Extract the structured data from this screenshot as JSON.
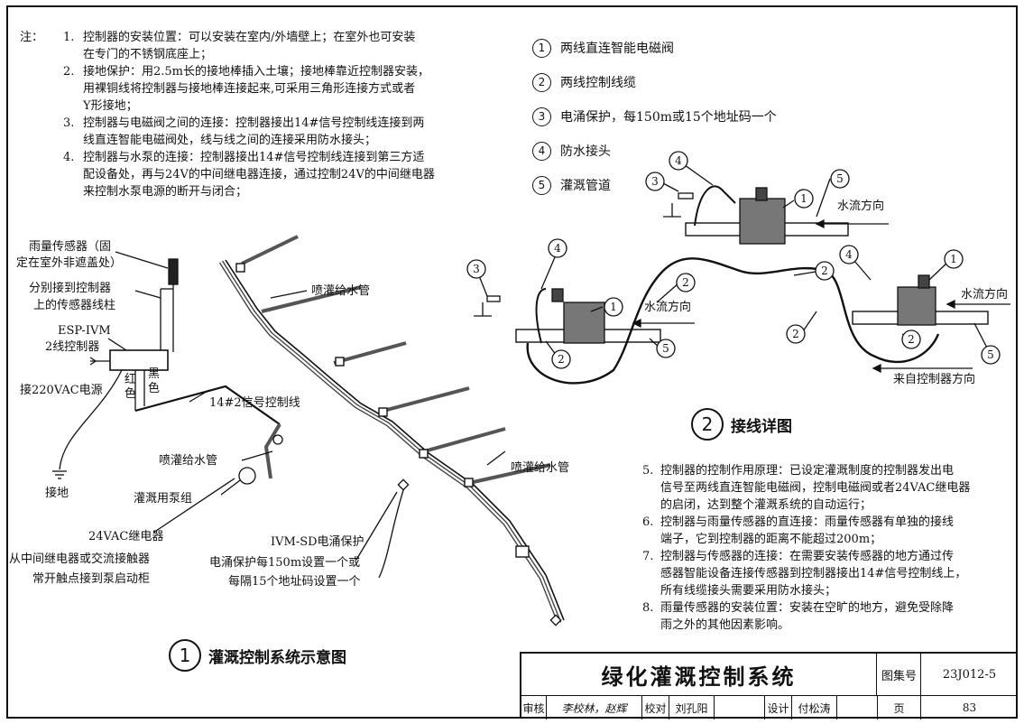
{
  "notes_lead": "注：",
  "notes": [
    {
      "num": "1.",
      "lines": [
        "控制器的安装位置：可以安装在室内/外墙壁上；在室外也可安装",
        "在专门的不锈钢底座上；"
      ]
    },
    {
      "num": "2.",
      "lines": [
        "接地保护：用2.5m长的接地棒插入土壤；接地棒靠近控制器安装，",
        "用裸铜线将控制器与接地棒连接起来,可采用三角形连接方式或者",
        "Y形接地；"
      ]
    },
    {
      "num": "3.",
      "lines": [
        "控制器与电磁阀之间的连接：控制器接出14#信号控制线连接到两",
        "线直连智能电磁阀处，线与线之间的连接采用防水接头；"
      ]
    },
    {
      "num": "4.",
      "lines": [
        "控制器与水泵的连接：控制器接出14#信号控制线连接到第三方适",
        "配设备处，再与24V的中间继电器连接，通过控制24V的中间继电器",
        "来控制水泵电源的断开与闭合；"
      ]
    }
  ],
  "legend": [
    {
      "num": "1",
      "text": "两线直连智能电磁阀"
    },
    {
      "num": "2",
      "text": "两线控制线缆"
    },
    {
      "num": "3",
      "text": "电涌保护，每150m或15个地址码一个"
    },
    {
      "num": "4",
      "text": "防水接头"
    },
    {
      "num": "5",
      "text": "灌溉管道"
    }
  ],
  "notes2": [
    {
      "num": "5.",
      "lines": [
        "控制器的控制作用原理：已设定灌溉制度的控制器发出电",
        "信号至两线直连智能电磁阀，控制电磁阀或者24VAC继电器",
        "的启闭，达到整个灌溉系统的自动运行；"
      ]
    },
    {
      "num": "6.",
      "lines": [
        "控制器与雨量传感器的直连接：雨量传感器有单独的接线",
        "端子，它到控制器的距离不能超过200m；"
      ]
    },
    {
      "num": "7.",
      "lines": [
        "控制器与传感器的连接：在需要安装传感器的地方通过传",
        "感器智能设备连接传感器到控制器接出14#信号控制线上，",
        "所有线缆接头需要采用防水接头；"
      ]
    },
    {
      "num": "8.",
      "lines": [
        "雨量传感器的安装位置：安装在空旷的地方，避免受除降",
        "雨之外的其他因素影响。"
      ]
    }
  ],
  "diagram1": {
    "caption_num": "1",
    "caption": "灌溉控制系统示意图",
    "labels": {
      "rain_sensor_1": "雨量传感器（固",
      "rain_sensor_2": "定在室外非遮盖处）",
      "sensor_post_1": "分别接到控制器",
      "sensor_post_2": "上的传感器线柱",
      "controller_1": "ESP-IVM",
      "controller_2": "2线控制器",
      "power": "接220VAC电源",
      "red_wire": "红",
      "red_wire2": "色",
      "black_wire": "黑",
      "black_wire2": "色",
      "signal_wire": "14#2信号控制线",
      "ground": "接地",
      "sprinkler_pipe_a": "喷灌给水管",
      "sprinkler_pipe_b": "喷灌给水管",
      "sprinkler_pipe_c": "喷灌给水管",
      "pump": "灌溉用泵组",
      "relay_1": "24VAC继电器",
      "relay_2": "从中间继电器或交流接触器",
      "relay_3": "常开触点接到泵启动柜",
      "surge_1": "IVM-SD电涌保护",
      "surge_2": "电涌保护每150m设置一个或",
      "surge_3": "每隔15个地址码设置一个"
    }
  },
  "diagram2": {
    "caption_num": "2",
    "caption": "接线详图",
    "labels": {
      "flow_a": "水流方向",
      "flow_b": "水流方向",
      "flow_c": "水流方向",
      "from_controller": "来自控制器方向"
    }
  },
  "title_block": {
    "title": "绿化灌溉控制系统",
    "atlas_label": "图集号",
    "atlas_no": "23J012-5",
    "review_label": "审核",
    "review_names": "李校林，赵辉",
    "check_label": "校对",
    "check_name": "刘孔阳",
    "design_label": "设计",
    "design_name": "付松涛",
    "page_label": "页",
    "page_no": "83"
  }
}
